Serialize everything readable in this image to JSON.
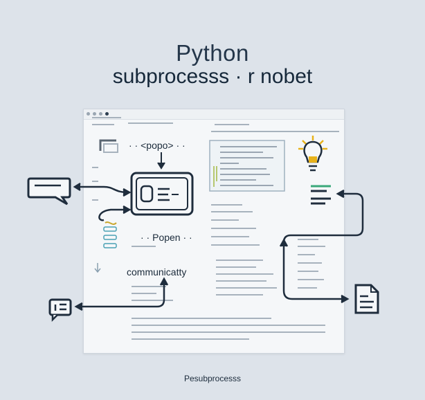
{
  "header": {
    "title_line1": "Python",
    "title_line2": "subprocesss · r nobet"
  },
  "labels": {
    "popo": "· · <popo> · ·",
    "popen": "· · Popen · ·",
    "communicatty": "communicatty"
  },
  "footer": {
    "caption": "Pesubprocesss"
  },
  "colors": {
    "background": "#dde3ea",
    "ink": "#1f2d3d",
    "accent_yellow": "#e8b21a",
    "accent_green": "#3aa87a",
    "accent_blue": "#5aa8c8"
  },
  "icons": [
    "chat-bubble-icon",
    "terminal-window-icon",
    "lightbulb-icon",
    "stack-icon",
    "document-icon",
    "message-icon"
  ]
}
